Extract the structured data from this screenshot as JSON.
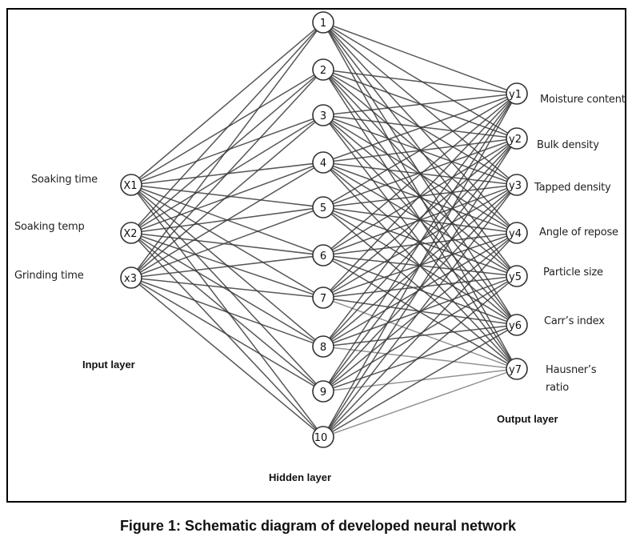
{
  "figure": {
    "caption": "Figure 1: Schematic diagram of developed neural network"
  },
  "layers": {
    "input": {
      "title": "Input layer",
      "nodes": [
        {
          "id": "X1",
          "label": "Soaking time"
        },
        {
          "id": "X2",
          "label": "Soaking temp"
        },
        {
          "id": "x3",
          "label": "Grinding time"
        }
      ]
    },
    "hidden": {
      "title": "Hidden layer",
      "nodes": [
        {
          "id": "1"
        },
        {
          "id": "2"
        },
        {
          "id": "3"
        },
        {
          "id": "4"
        },
        {
          "id": "5"
        },
        {
          "id": "6"
        },
        {
          "id": "7"
        },
        {
          "id": "8"
        },
        {
          "id": "9"
        },
        {
          "id": "10"
        }
      ]
    },
    "output": {
      "title": "Output layer",
      "nodes": [
        {
          "id": "y1",
          "label": "Moisture content"
        },
        {
          "id": "y2",
          "label": "Bulk density"
        },
        {
          "id": "y3",
          "label": "Tapped density"
        },
        {
          "id": "y4",
          "label": "Angle of repose"
        },
        {
          "id": "y5",
          "label": "Particle size"
        },
        {
          "id": "y6",
          "label": "Carr’s index"
        },
        {
          "id": "y7",
          "label": "Hausner’s ratio",
          "label_lines": [
            "Hausner’s",
            "ratio"
          ]
        }
      ]
    }
  },
  "connectivity": "fully-connected",
  "colors": {
    "edge": "#3a3a3a",
    "node_stroke": "#333333",
    "node_fill": "#ffffff",
    "border": "#000000"
  }
}
